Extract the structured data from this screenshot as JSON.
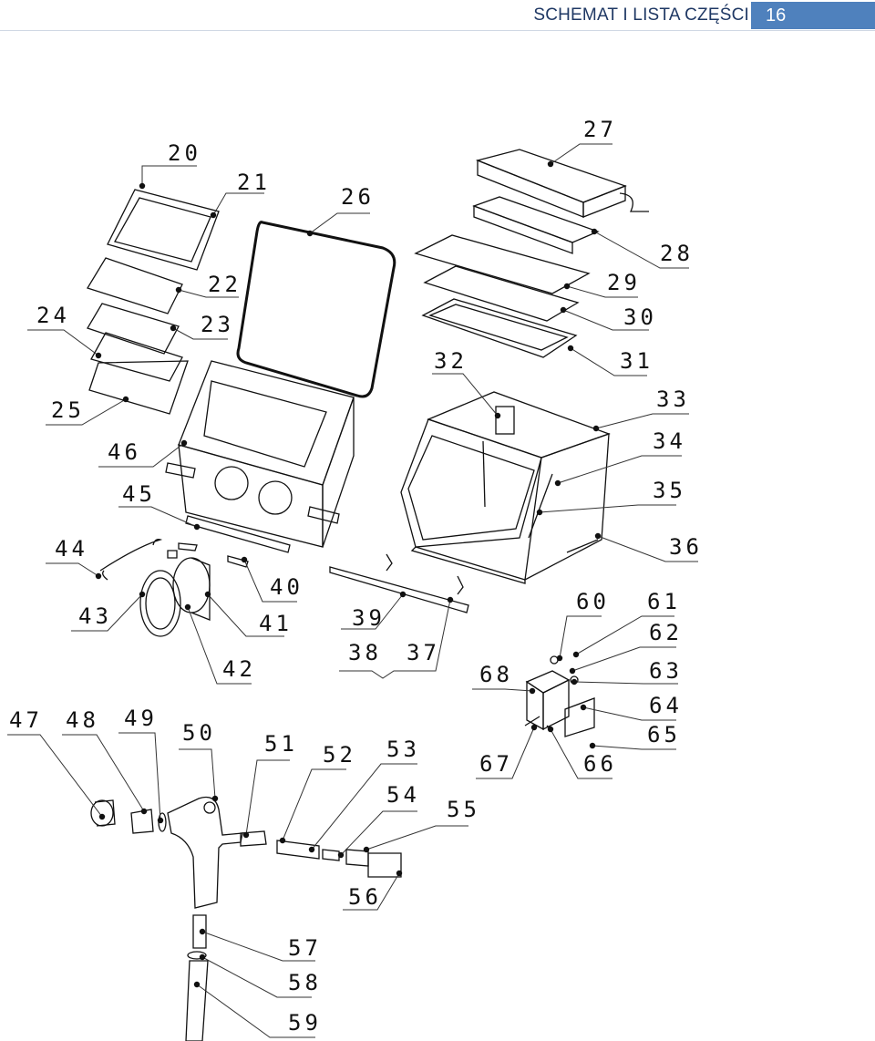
{
  "header": {
    "title": "SCHEMAT I LISTA CZĘŚCI",
    "page_number": "16"
  },
  "callouts": [
    {
      "label": "20"
    },
    {
      "label": "21"
    },
    {
      "label": "22"
    },
    {
      "label": "23"
    },
    {
      "label": "24"
    },
    {
      "label": "25"
    },
    {
      "label": "26"
    },
    {
      "label": "27"
    },
    {
      "label": "28"
    },
    {
      "label": "29"
    },
    {
      "label": "30"
    },
    {
      "label": "31"
    },
    {
      "label": "32"
    },
    {
      "label": "33"
    },
    {
      "label": "34"
    },
    {
      "label": "35"
    },
    {
      "label": "36"
    },
    {
      "label": "37"
    },
    {
      "label": "38"
    },
    {
      "label": "39"
    },
    {
      "label": "40"
    },
    {
      "label": "41"
    },
    {
      "label": "42"
    },
    {
      "label": "43"
    },
    {
      "label": "44"
    },
    {
      "label": "45"
    },
    {
      "label": "46"
    },
    {
      "label": "47"
    },
    {
      "label": "48"
    },
    {
      "label": "49"
    },
    {
      "label": "50"
    },
    {
      "label": "51"
    },
    {
      "label": "52"
    },
    {
      "label": "53"
    },
    {
      "label": "54"
    },
    {
      "label": "55"
    },
    {
      "label": "56"
    },
    {
      "label": "57"
    },
    {
      "label": "58"
    },
    {
      "label": "59"
    },
    {
      "label": "60"
    },
    {
      "label": "61"
    },
    {
      "label": "62"
    },
    {
      "label": "63"
    },
    {
      "label": "64"
    },
    {
      "label": "65"
    },
    {
      "label": "66"
    },
    {
      "label": "67"
    },
    {
      "label": "68"
    }
  ]
}
